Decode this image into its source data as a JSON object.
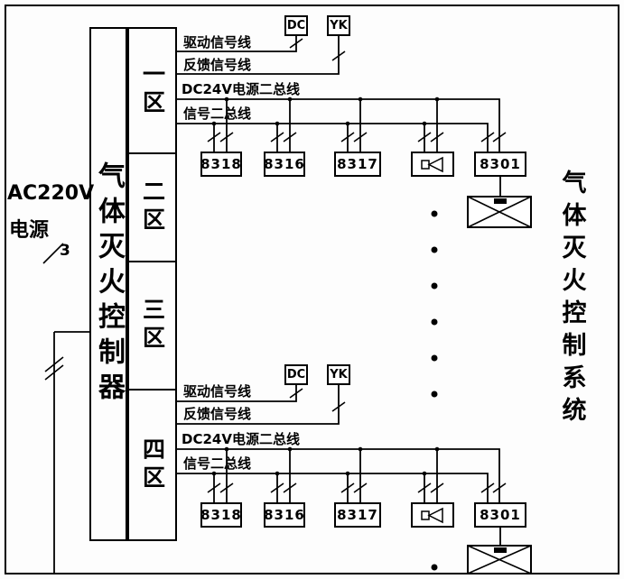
{
  "power": {
    "line1": "AC220V",
    "line2": "电源",
    "wire_count": "3"
  },
  "controller": {
    "title": "气体灭火控制器"
  },
  "zones": {
    "zone1": "一区",
    "zone2": "二区",
    "zone3": "三区",
    "zone4": "四区"
  },
  "system": {
    "title": "气体灭火控制系统"
  },
  "icons": {
    "alarm_horn": "speaker-icon",
    "discharge_device": "crossed-box-icon",
    "wire_count_marks": "slash-icon",
    "continuation": "ellipsis-dots"
  },
  "colors": {
    "line": "#000000",
    "background": "#fdfdfd"
  },
  "top_section": {
    "drive_label": "驱动信号线",
    "feedback_label": "反馈信号线",
    "dc24v_label": "DC24V电源二总线",
    "signal_label": "信号二总线",
    "dc_module": "DC",
    "yk_module": "YK",
    "devices": [
      "8318",
      "8316",
      "8317",
      "8301"
    ]
  },
  "bottom_section": {
    "drive_label": "驱动信号线",
    "feedback_label": "反馈信号线",
    "dc24v_label": "DC24V电源二总线",
    "signal_label": "信号二总线",
    "dc_module": "DC",
    "yk_module": "YK",
    "devices": [
      "8318",
      "8316",
      "8317",
      "8301"
    ]
  }
}
